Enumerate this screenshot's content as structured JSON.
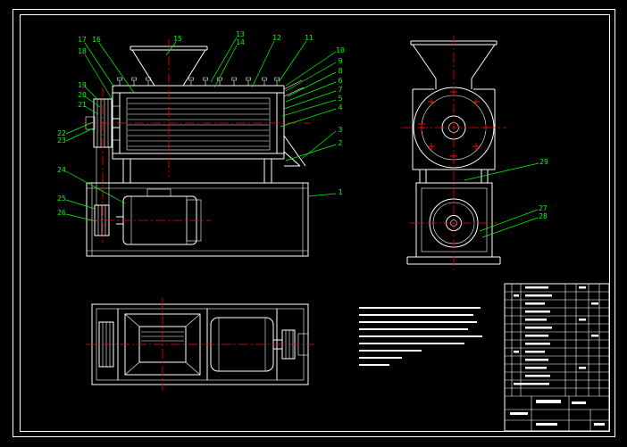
{
  "meta": {
    "colors": {
      "background": "#000000",
      "line": "#ffffff",
      "callout": "#00ff00",
      "centerline": "#ff0000"
    },
    "drawing_type": "cad-assembly-drawing"
  },
  "callouts": {
    "c1": "1",
    "c2": "2",
    "c3": "3",
    "c4": "4",
    "c5": "5",
    "c6": "6",
    "c7": "7",
    "c8": "8",
    "c9": "9",
    "c10": "10",
    "c11": "11",
    "c12": "12",
    "c13": "13",
    "c14": "14",
    "c15": "15",
    "c16": "16",
    "c17": "17",
    "c18": "18",
    "c19": "19",
    "c20": "20",
    "c21": "21",
    "c22": "22",
    "c23": "23",
    "c24": "24",
    "c25": "25",
    "c26": "26",
    "c27": "27",
    "c28": "28",
    "c29": "29"
  }
}
